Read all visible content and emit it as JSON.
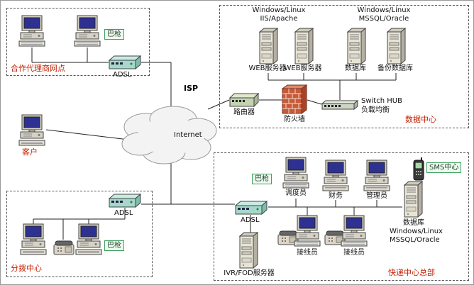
{
  "labels": {
    "isp": "ISP",
    "internet": "Internet",
    "router": "路由器",
    "firewall": "防火墙",
    "switch_hub": "Switch HUB",
    "load_balance": "负载均衡",
    "adsl": "ADSL",
    "bagun": "巴枪",
    "customer": "客户"
  },
  "groups": {
    "agent": {
      "title": "合作代理商网点"
    },
    "datacenter": {
      "title": "数据中心",
      "web_os": "Windows/Linux",
      "web_stack": "IIS/Apache",
      "db_os": "Windows/Linux",
      "db_stack": "MSSQL/Oracle",
      "servers": [
        "WEB服务器",
        "WEB服务器",
        "数据库",
        "备份数据库"
      ]
    },
    "dispatch": {
      "title": "分拨中心"
    },
    "hq": {
      "title": "快递中心总部",
      "sms_center": "SMS中心",
      "dispatcher": "调度员",
      "finance": "财务",
      "admin": "管理员",
      "database": "数据库",
      "db_os": "Windows/Linux",
      "db_stack": "MSSQL/Oracle",
      "ivr_server": "IVR/FOD服务器",
      "operator": "接线员"
    }
  },
  "colors": {
    "group_title": "#c22000",
    "tag_border": "#3f9f5f",
    "screen_blue": "#2e3192",
    "firewall_brick": "#c85a38"
  }
}
